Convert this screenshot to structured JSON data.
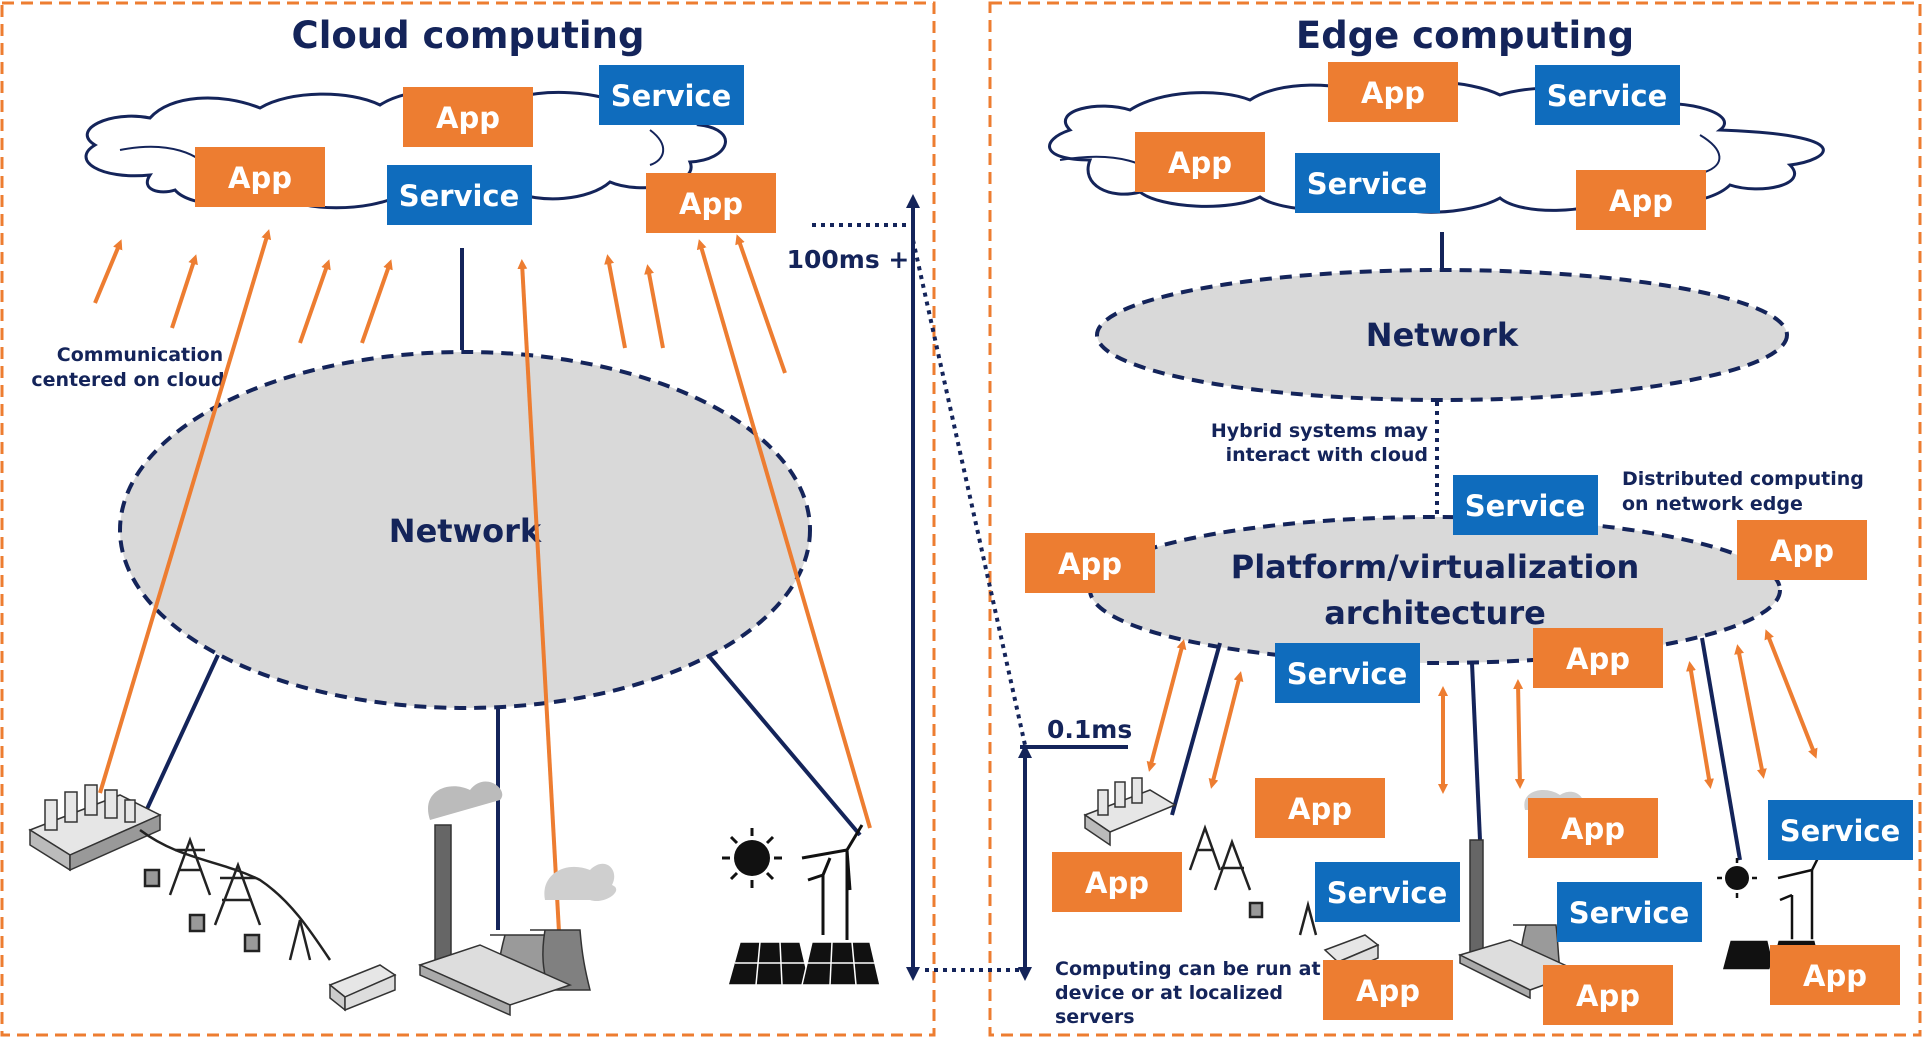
{
  "colors": {
    "app": "#ed7d31",
    "service": "#0f6cbd",
    "navy": "#14245a",
    "panel_border": "#ed7d31",
    "network_fill": "#d9d9d9"
  },
  "cloud_panel": {
    "title": "Cloud computing",
    "network_label": "Network",
    "communication_note": [
      "Communication",
      "centered on cloud"
    ],
    "latency_label": "100ms +",
    "cloud_items": [
      {
        "type": "app",
        "label": "App"
      },
      {
        "type": "service",
        "label": "Service"
      },
      {
        "type": "app",
        "label": "App"
      },
      {
        "type": "service",
        "label": "Service"
      },
      {
        "type": "app",
        "label": "App"
      }
    ]
  },
  "edge_panel": {
    "title": "Edge computing",
    "network_label": "Network",
    "platform_label": [
      "Platform/virtualization",
      "architecture"
    ],
    "hybrid_note": [
      "Hybrid systems may",
      "interact with cloud"
    ],
    "distributed_note": [
      "Distributed computing",
      "on network edge"
    ],
    "device_note": [
      "Computing can be run at",
      "device or at localized",
      "servers"
    ],
    "latency_label": "0.1ms",
    "cloud_items": [
      {
        "type": "app",
        "label": "App"
      },
      {
        "type": "service",
        "label": "Service"
      },
      {
        "type": "app",
        "label": "App"
      },
      {
        "type": "service",
        "label": "Service"
      },
      {
        "type": "app",
        "label": "App"
      }
    ],
    "platform_items": [
      {
        "type": "service",
        "label": "Service"
      },
      {
        "type": "app",
        "label": "App"
      },
      {
        "type": "app",
        "label": "App"
      },
      {
        "type": "service",
        "label": "Service"
      },
      {
        "type": "app",
        "label": "App"
      }
    ],
    "device_items": [
      {
        "type": "app",
        "label": "App"
      },
      {
        "type": "app",
        "label": "App"
      },
      {
        "type": "service",
        "label": "Service"
      },
      {
        "type": "app",
        "label": "App"
      },
      {
        "type": "service",
        "label": "Service"
      },
      {
        "type": "service",
        "label": "Service"
      },
      {
        "type": "app",
        "label": "App"
      },
      {
        "type": "app",
        "label": "App"
      },
      {
        "type": "app",
        "label": "App"
      }
    ]
  }
}
